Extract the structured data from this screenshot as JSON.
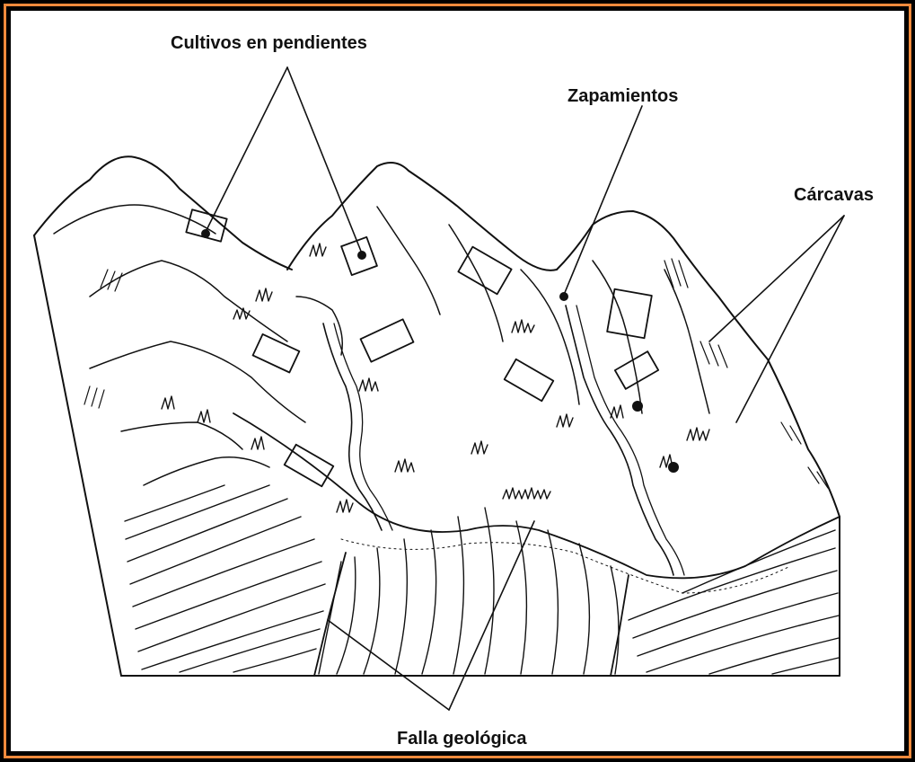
{
  "labels": {
    "cultivos": "Cultivos en pendientes",
    "zapamientos": "Zapamientos",
    "carcavas": "Cárcavas",
    "falla": "Falla geológica"
  },
  "colors": {
    "border": "#f08a3c",
    "ink": "#111111",
    "paper": "#ffffff"
  }
}
